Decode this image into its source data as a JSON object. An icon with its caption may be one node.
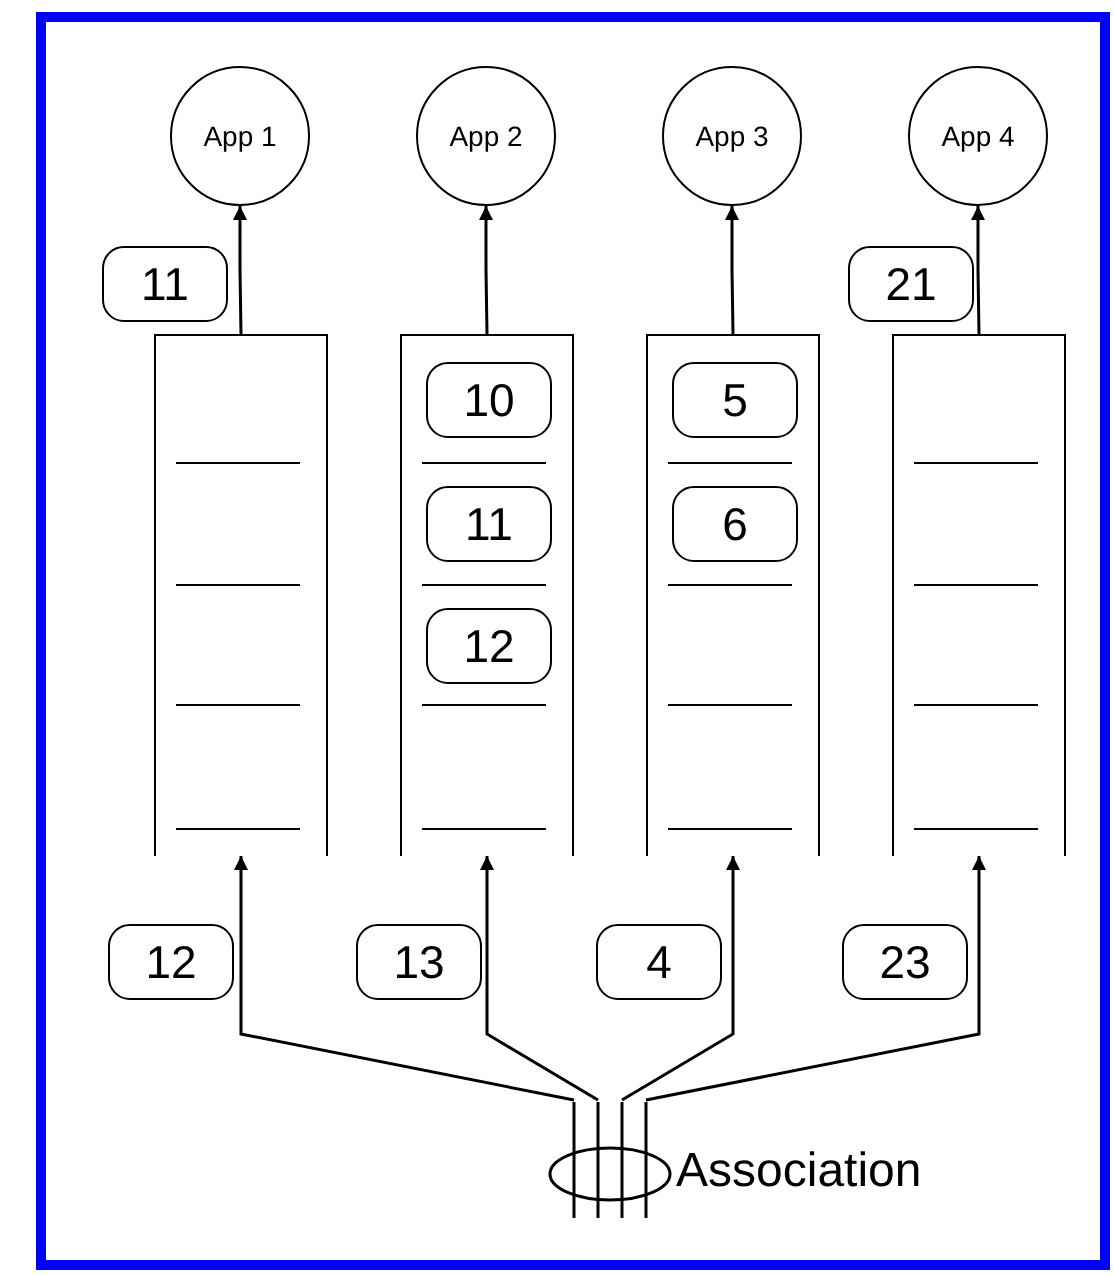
{
  "diagram": {
    "nodes": [
      {
        "text": [
          "App 1"
        ]
      },
      {
        "text": [
          "App 2"
        ]
      },
      {
        "text": [
          "App 3"
        ]
      },
      {
        "text": [
          "App 4"
        ]
      },
      {
        "text": [],
        "shape": "box"
      },
      {
        "text": [],
        "shape": "box"
      },
      {
        "text": [],
        "shape": "box"
      },
      {
        "text": [],
        "shape": "box"
      },
      {
        "text": [
          "11"
        ]
      },
      {
        "text": [
          "10"
        ],
        "in": 5
      },
      {
        "text": [
          "11"
        ],
        "in": 5
      },
      {
        "text": [
          "12"
        ],
        "in": 5
      },
      {
        "text": [
          "5"
        ],
        "in": 6
      },
      {
        "text": [
          "6"
        ],
        "in": 6
      },
      {
        "text": [
          "21"
        ]
      },
      {
        "text": [
          "12"
        ]
      },
      {
        "text": [
          "13"
        ]
      },
      {
        "text": [
          "4"
        ]
      },
      {
        "text": [
          "23"
        ]
      },
      {
        "text": [
          "Association"
        ]
      }
    ],
    "edges": [
      {
        "from": 4,
        "to": 0,
        "arrow": "to"
      },
      {
        "from": 5,
        "to": 1,
        "arrow": "to"
      },
      {
        "from": 6,
        "to": 2,
        "arrow": "to"
      },
      {
        "from": 7,
        "to": 3,
        "arrow": "to"
      },
      {
        "from": 19,
        "to": 4,
        "arrow": "to"
      },
      {
        "from": 19,
        "to": 5,
        "arrow": "to"
      },
      {
        "from": 19,
        "to": 6,
        "arrow": "to"
      },
      {
        "from": 19,
        "to": 7,
        "arrow": "to"
      }
    ]
  }
}
